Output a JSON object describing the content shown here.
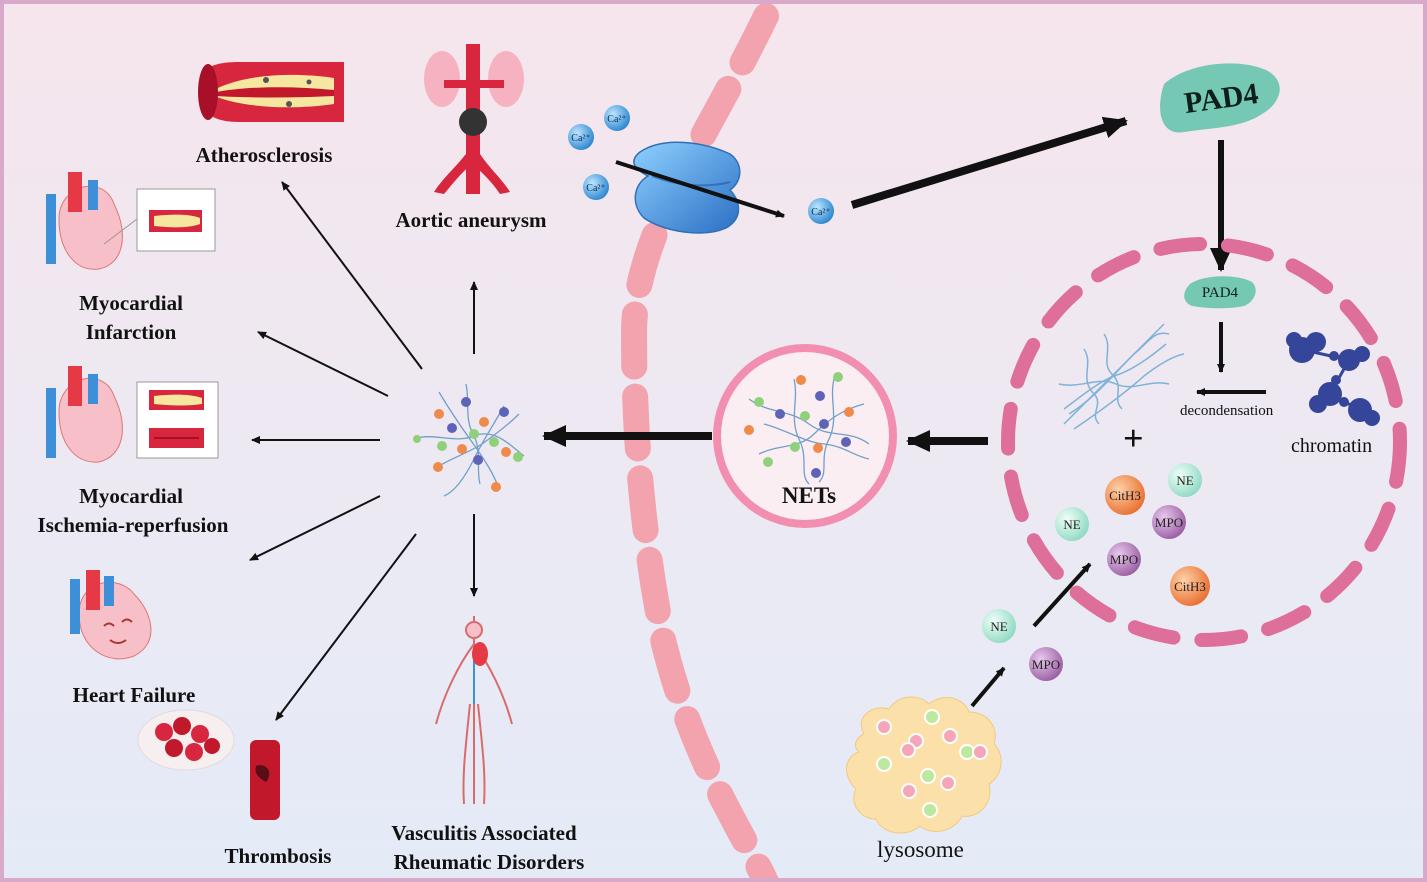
{
  "diseases": {
    "atherosclerosis": "Atherosclerosis",
    "aortic_aneurysm": "Aortic aneurysm",
    "myocardial_infarction_line1": "Myocardial",
    "myocardial_infarction_line2": "Infarction",
    "ischemia_line1": "Myocardial",
    "ischemia_line2": "Ischemia-reperfusion",
    "heart_failure": "Heart Failure",
    "thrombosis": "Thrombosis",
    "vasculitis_line1": "Vasculitis Associated",
    "vasculitis_line2": "Rheumatic Disorders"
  },
  "ions": {
    "calcium": "Ca²⁺"
  },
  "pad4": {
    "large": "PAD4",
    "small": "PAD4"
  },
  "nucleus": {
    "decondensation": "decondensation",
    "chromatin": "chromatin",
    "plus": "+",
    "proteins": [
      "CitH3",
      "NE",
      "NE",
      "MPO",
      "MPO",
      "CitH3"
    ]
  },
  "nets_label": "NETs",
  "lysosome": {
    "label": "lysosome",
    "released": [
      "NE",
      "MPO"
    ]
  },
  "colors": {
    "membrane": "#f2a3ad",
    "nucleus_dash": "#de6f9a",
    "pad4": "#74c8b4",
    "ne": "#b9ead9",
    "mpo": "#b079b6",
    "cith3": "#f08a4b",
    "calcium": "#3c9ad6",
    "lysosome": "#fbe1a9",
    "channel": "#3d8fd8"
  }
}
